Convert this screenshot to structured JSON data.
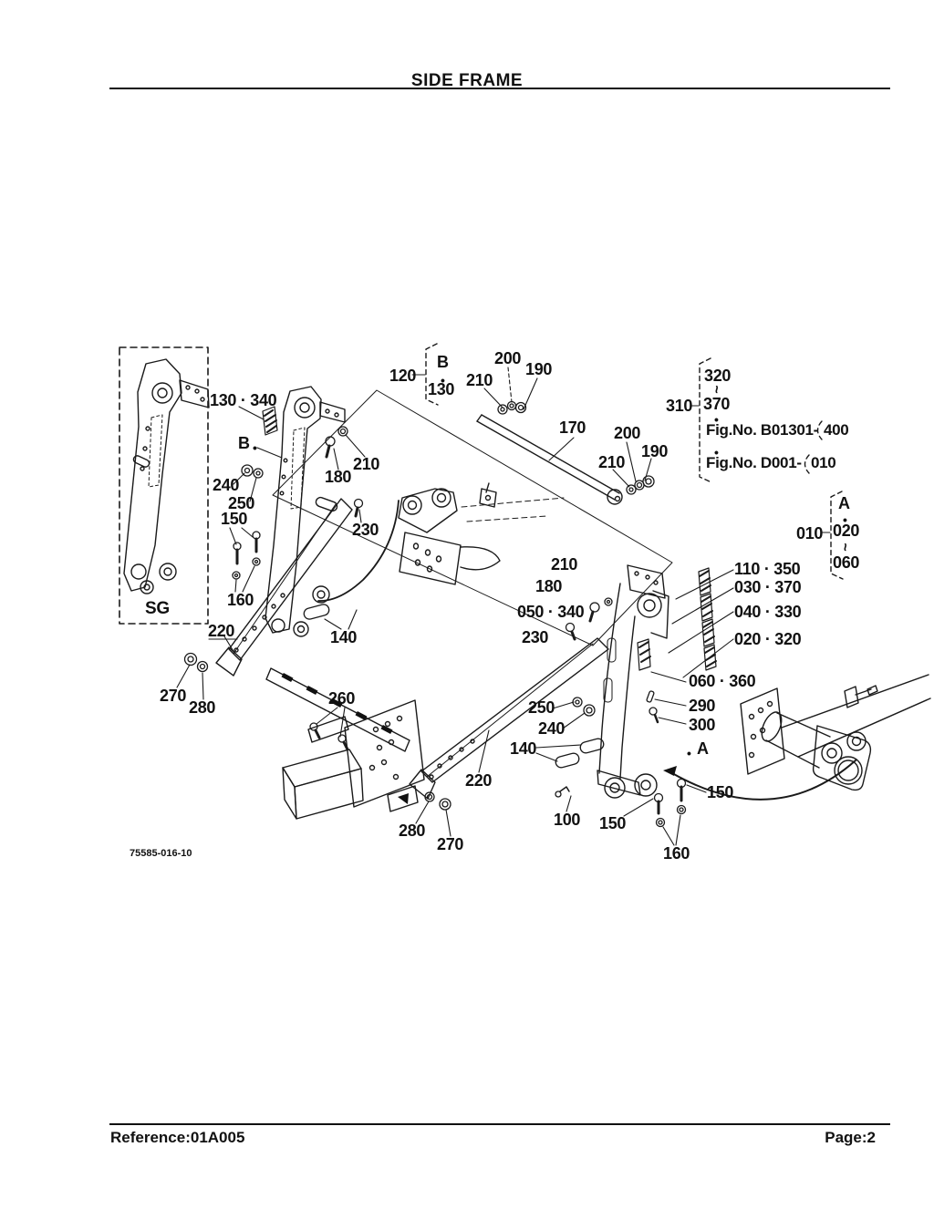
{
  "page": {
    "title": "SIDE FRAME",
    "reference": "Reference:01A005",
    "page_number": "Page:2",
    "drawing_number": "75585-016-10"
  },
  "inset_label": "SG",
  "glyphs": {
    "bullet": "•",
    "tilde": "~"
  },
  "fig_references": [
    "Fig.No. B01301-400",
    "Fig.No. D001-010"
  ],
  "callouts": [
    {
      "text": "120"
    },
    {
      "text": "B"
    },
    {
      "text": "130"
    },
    {
      "text": "210"
    },
    {
      "text": "200"
    },
    {
      "text": "190"
    },
    {
      "text": "170"
    },
    {
      "text": "200"
    },
    {
      "text": "210"
    },
    {
      "text": "190"
    },
    {
      "text": "310"
    },
    {
      "text": "320"
    },
    {
      "text": "370"
    },
    {
      "text": "Fig.No. B01301-"
    },
    {
      "text": "400"
    },
    {
      "text": "Fig.No. D001-"
    },
    {
      "text": "010"
    },
    {
      "text": "010"
    },
    {
      "text": "A"
    },
    {
      "text": "020"
    },
    {
      "text": "060"
    },
    {
      "text": "130 · 340"
    },
    {
      "text": "B"
    },
    {
      "text": "240"
    },
    {
      "text": "250"
    },
    {
      "text": "150"
    },
    {
      "text": "210"
    },
    {
      "text": "180"
    },
    {
      "text": "230"
    },
    {
      "text": "160"
    },
    {
      "text": "220"
    },
    {
      "text": "140"
    },
    {
      "text": "270"
    },
    {
      "text": "280"
    },
    {
      "text": "260"
    },
    {
      "text": "210"
    },
    {
      "text": "180"
    },
    {
      "text": "050 · 340"
    },
    {
      "text": "230"
    },
    {
      "text": "110 · 350"
    },
    {
      "text": "030 · 370"
    },
    {
      "text": "040 · 330"
    },
    {
      "text": "020 · 320"
    },
    {
      "text": "060 · 360"
    },
    {
      "text": "290"
    },
    {
      "text": "300"
    },
    {
      "text": "A"
    },
    {
      "text": "250"
    },
    {
      "text": "240"
    },
    {
      "text": "140"
    },
    {
      "text": "220"
    },
    {
      "text": "280"
    },
    {
      "text": "270"
    },
    {
      "text": "100"
    },
    {
      "text": "150"
    },
    {
      "text": "150"
    },
    {
      "text": "160"
    }
  ]
}
